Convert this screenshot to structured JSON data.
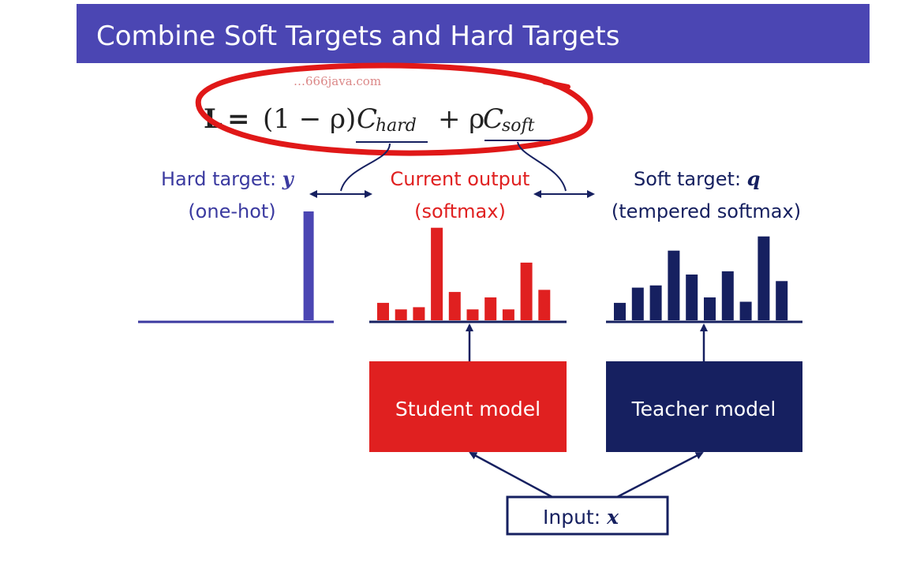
{
  "slide": {
    "title": "Combine Soft Targets and Hard Targets"
  },
  "formula": {
    "L": "L",
    "eq": "=",
    "one_minus_rho": "(1 − ρ)",
    "C": "C",
    "hard_sub": "hard",
    "plus_rho": "+ ρ",
    "soft_sub": "soft"
  },
  "watermark": {
    "text": "…666java.com"
  },
  "targets": {
    "hard": {
      "line1": "Hard target: ",
      "var": "y",
      "line2": "(one-hot)"
    },
    "current": {
      "line1": "Current output",
      "line2": "(softmax)"
    },
    "soft": {
      "line1": "Soft target: ",
      "var": "q",
      "line2": "(tempered softmax)"
    }
  },
  "boxes": {
    "student": "Student model",
    "teacher": "Teacher model",
    "input_label": "Input: ",
    "input_var": "x"
  },
  "colors": {
    "title_bar": "#4b46b3",
    "hard": "#4b46b3",
    "student": "#e02020",
    "teacher": "#162060",
    "annotation": "#e01818",
    "axis_hard": "#3b3aa0"
  },
  "chart_data": [
    {
      "type": "bar",
      "name": "hard-target",
      "values": [
        0,
        0,
        0,
        0,
        0,
        0,
        0,
        0,
        0,
        1
      ],
      "ylim": [
        0,
        1
      ]
    },
    {
      "type": "bar",
      "name": "current-output",
      "values": [
        0.16,
        0.1,
        0.12,
        0.85,
        0.26,
        0.1,
        0.21,
        0.1,
        0.53,
        0.28
      ],
      "ylim": [
        0,
        1
      ]
    },
    {
      "type": "bar",
      "name": "soft-target",
      "values": [
        0.16,
        0.3,
        0.32,
        0.64,
        0.42,
        0.21,
        0.45,
        0.17,
        0.77,
        0.36
      ],
      "ylim": [
        0,
        1
      ]
    }
  ]
}
